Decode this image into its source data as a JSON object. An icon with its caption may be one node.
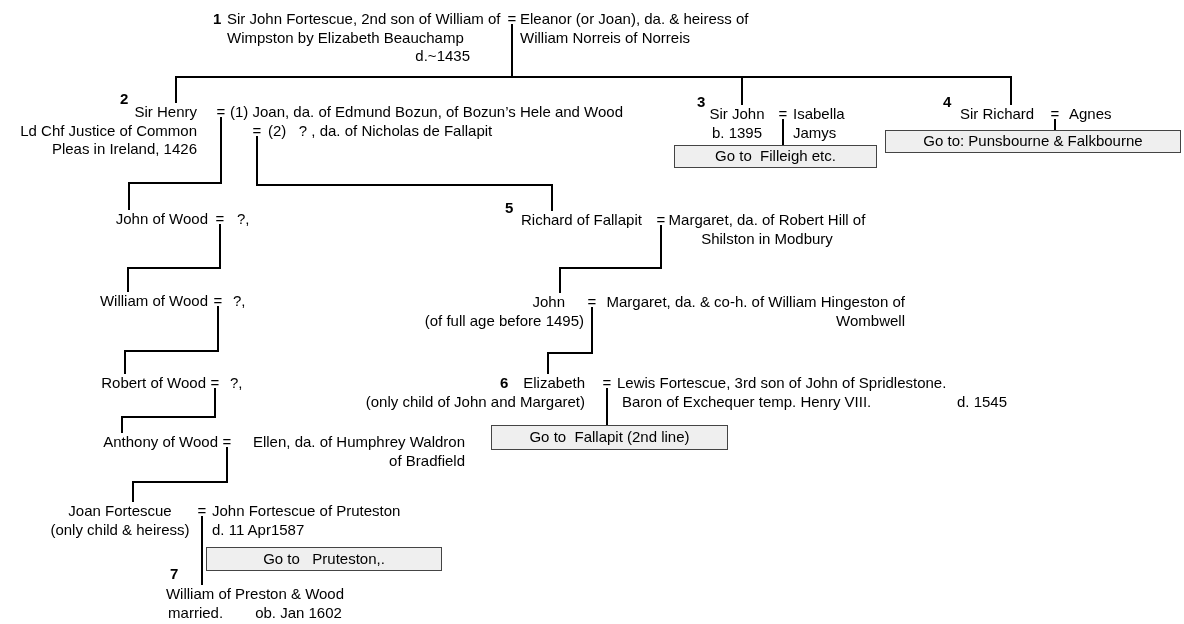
{
  "diagram": {
    "nodes": [
      {
        "text": [
          "Sir John Fortescue, 2nd son of William of Wimpston by Elizabeth Beauchamp",
          "d.~1435"
        ],
        "beside": [
          "1"
        ]
      },
      {
        "text": [
          "="
        ]
      },
      {
        "text": [
          "Eleanor (or Joan), da. & heiress of William Norreis of Norreis"
        ]
      },
      {
        "text": [
          "Sir Henry",
          "Ld Chf Justice of Common Pleas in Ireland, 1426"
        ],
        "beside": [
          "2"
        ]
      },
      {
        "text": [
          "="
        ]
      },
      {
        "text": [
          "(1) Joan, da. of Edmund Bozun, of Bozun’s Hele and Wood"
        ]
      },
      {
        "text": [
          "="
        ]
      },
      {
        "text": [
          "(2)   ? , da. of Nicholas de Fallapit"
        ]
      },
      {
        "text": [
          "Sir John",
          "b. 1395"
        ],
        "beside": [
          "3"
        ]
      },
      {
        "text": [
          "="
        ]
      },
      {
        "text": [
          "Isabella Jamys"
        ]
      },
      {
        "text": [
          "Go to  Filleigh etc."
        ]
      },
      {
        "text": [
          "Sir Richard"
        ],
        "beside": [
          "4"
        ]
      },
      {
        "text": [
          "="
        ]
      },
      {
        "text": [
          "Agnes"
        ]
      },
      {
        "text": [
          "Go to: Punsbourne & Falkbourne"
        ]
      },
      {
        "text": [
          "John of Wood"
        ]
      },
      {
        "text": [
          "="
        ]
      },
      {
        "text": [
          "?,"
        ]
      },
      {
        "text": [
          "William of Wood"
        ]
      },
      {
        "text": [
          "="
        ]
      },
      {
        "text": [
          "?,"
        ]
      },
      {
        "text": [
          "Robert of Wood"
        ]
      },
      {
        "text": [
          "="
        ]
      },
      {
        "text": [
          "?,"
        ]
      },
      {
        "text": [
          "Anthony of Wood"
        ]
      },
      {
        "text": [
          "="
        ]
      },
      {
        "text": [
          "Ellen, da. of Humphrey Waldron of Bradfield"
        ]
      },
      {
        "text": [
          "Joan Fortescue",
          "(only child & heiress)"
        ]
      },
      {
        "text": [
          "="
        ]
      },
      {
        "text": [
          "John Fortescue of Pruteston",
          "d. 11 Apr1587"
        ]
      },
      {
        "text": [
          "Go to   Pruteston,."
        ]
      },
      {
        "text": [
          "William of Preston & Wood",
          "married.",
          "ob. Jan 1602"
        ],
        "beside": [
          "7"
        ]
      },
      {
        "text": [
          "Richard of Fallapit"
        ],
        "beside": [
          "5"
        ]
      },
      {
        "text": [
          "="
        ]
      },
      {
        "text": [
          "Margaret, da. of Robert Hill of Shilston in Modbury"
        ]
      },
      {
        "text": [
          "John",
          "(of full age before 1495)"
        ]
      },
      {
        "text": [
          "="
        ]
      },
      {
        "text": [
          "Margaret, da. & co-h. of William Hingeston of Wombwell"
        ]
      },
      {
        "text": [
          "Elizabeth",
          "(only child of John and Margaret)"
        ],
        "beside": [
          "6"
        ]
      },
      {
        "text": [
          "="
        ]
      },
      {
        "text": [
          "Lewis Fortescue, 3rd son of John of Spridlestone.",
          "Baron of Exchequer temp. Henry VIII.",
          "d. 1545"
        ]
      },
      {
        "text": [
          "Go to  Fallapit (2nd line)"
        ]
      }
    ],
    "edges": [
      {
        "from": 1,
        "to": 3,
        "arrow": "none"
      },
      {
        "from": 1,
        "to": 8,
        "arrow": "none"
      },
      {
        "from": 1,
        "to": 12,
        "arrow": "none"
      },
      {
        "from": 9,
        "to": 11,
        "arrow": "none"
      },
      {
        "from": 13,
        "to": 15,
        "arrow": "none"
      },
      {
        "from": 4,
        "to": 16,
        "arrow": "none"
      },
      {
        "from": 6,
        "to": 33,
        "arrow": "none"
      },
      {
        "from": 17,
        "to": 19,
        "arrow": "none"
      },
      {
        "from": 20,
        "to": 22,
        "arrow": "none"
      },
      {
        "from": 23,
        "to": 25,
        "arrow": "none"
      },
      {
        "from": 26,
        "to": 28,
        "arrow": "none"
      },
      {
        "from": 29,
        "to": 32,
        "arrow": "none"
      },
      {
        "from": 34,
        "to": 36,
        "arrow": "none"
      },
      {
        "from": 37,
        "to": 39,
        "arrow": "none"
      },
      {
        "from": 40,
        "to": 42,
        "arrow": "none"
      }
    ]
  }
}
